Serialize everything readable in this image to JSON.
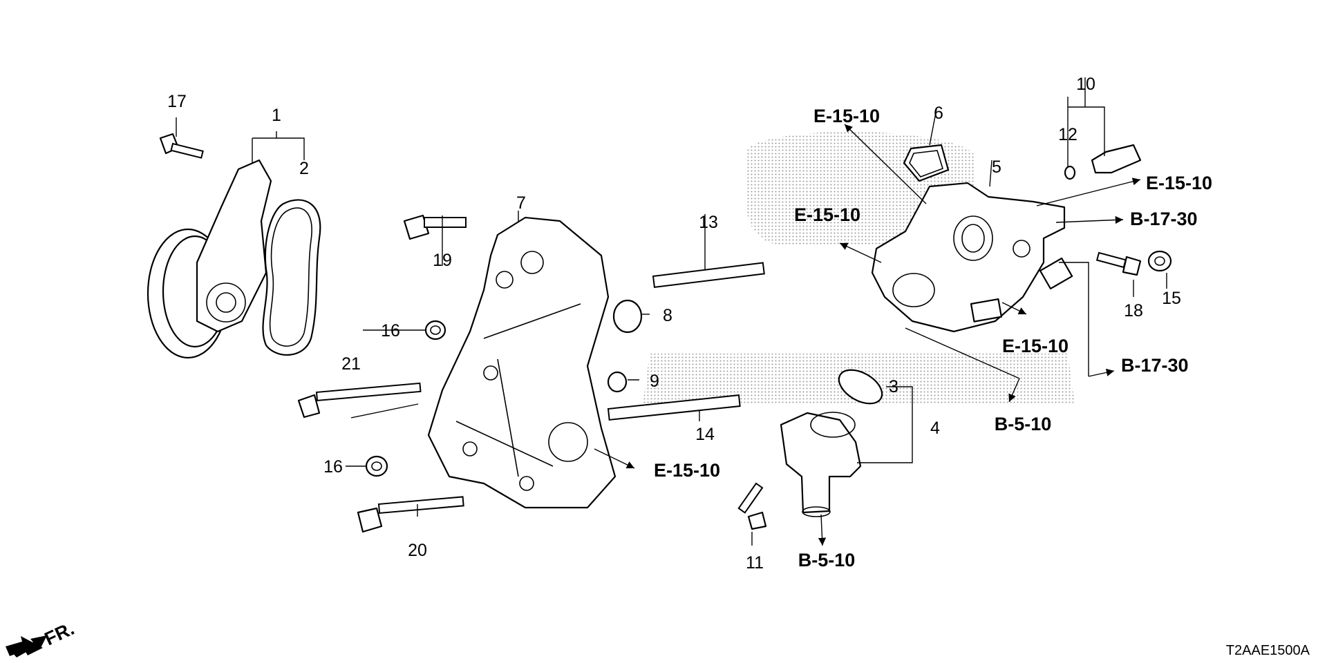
{
  "diagram_code": "T2AAE1500A",
  "front_marker": "FR.",
  "callouts": {
    "c1": "1",
    "c2": "2",
    "c3": "3",
    "c4": "4",
    "c5": "5",
    "c6": "6",
    "c7": "7",
    "c8": "8",
    "c9": "9",
    "c10": "10",
    "c11": "11",
    "c12": "12",
    "c13": "13",
    "c14": "14",
    "c15": "15",
    "c16a": "16",
    "c16b": "16",
    "c17": "17",
    "c18": "18",
    "c19": "19",
    "c20": "20",
    "c21": "21"
  },
  "references": {
    "e_top": "E-15-10",
    "e_right_top": "E-15-10",
    "e_mid": "E-15-10",
    "e_right_mid": "E-15-10",
    "e_bottom": "E-15-10",
    "b17_top": "B-17-30",
    "b17_bottom": "B-17-30",
    "b5_right": "B-5-10",
    "b5_bottom": "B-5-10"
  },
  "colors": {
    "ink": "#000000",
    "background": "#ffffff",
    "watermark": "#9a9a9a"
  }
}
